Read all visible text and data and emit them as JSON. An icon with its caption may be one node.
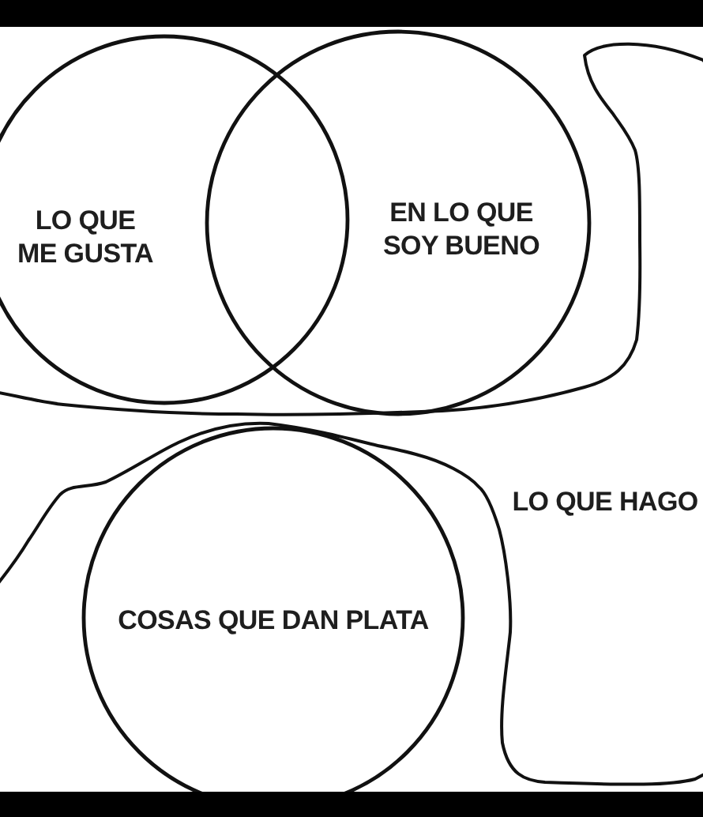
{
  "diagram": {
    "nodes": [
      {
        "text": [],
        "shape": "bar"
      },
      {
        "text": [
          "LO QUE ME GUSTA"
        ]
      },
      {
        "text": [
          "EN LO QUE SOY BUENO"
        ]
      },
      {
        "text": [
          "LO QUE HAGO"
        ]
      },
      {
        "text": [
          "COSAS QUE DAN PLATA"
        ]
      },
      {
        "text": [],
        "shape": "bar"
      }
    ]
  }
}
